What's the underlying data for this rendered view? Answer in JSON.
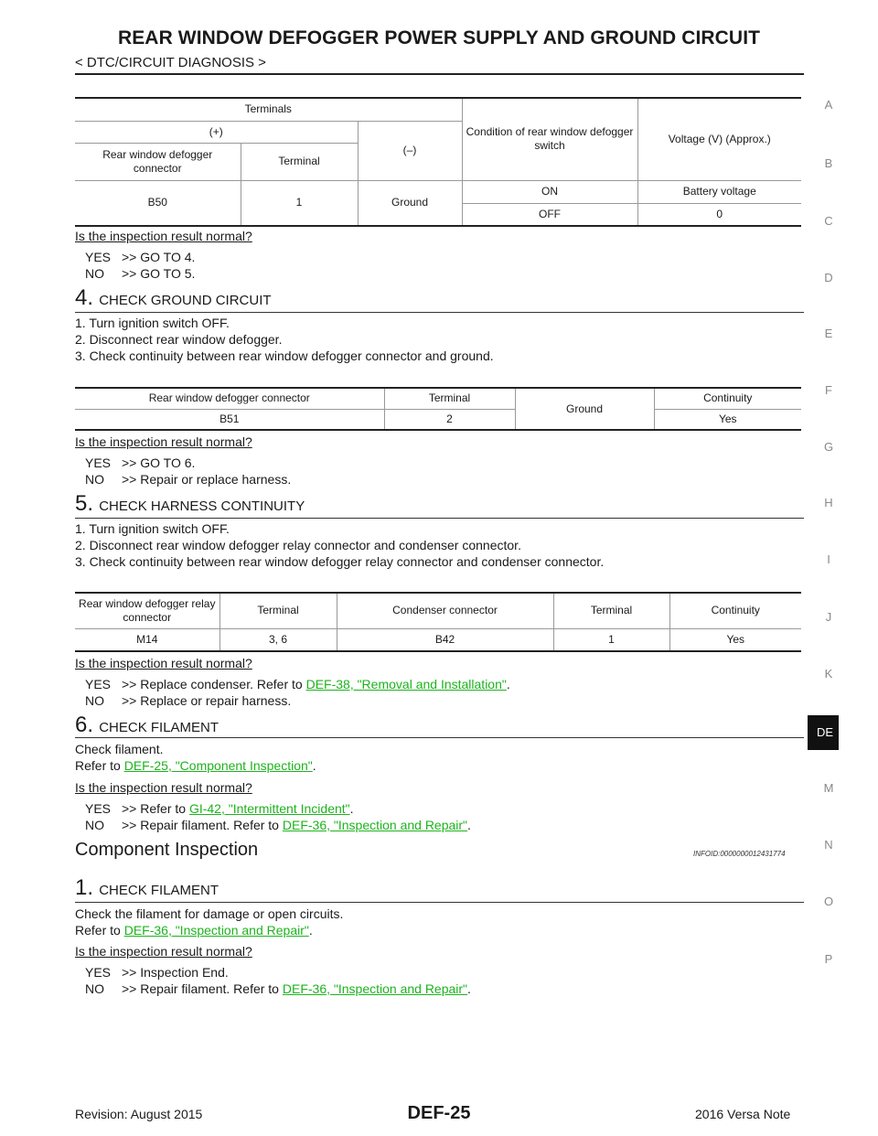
{
  "header": {
    "title": "REAR WINDOW DEFOGGER POWER SUPPLY AND GROUND CIRCUIT",
    "subtitle": "< DTC/CIRCUIT DIAGNOSIS >"
  },
  "side_index": [
    "A",
    "B",
    "C",
    "D",
    "E",
    "F",
    "G",
    "H",
    "I",
    "J",
    "K",
    "DE",
    "M",
    "N",
    "O",
    "P"
  ],
  "table1": {
    "terminals": "Terminals",
    "plus": "(+)",
    "minus": "(–)",
    "connector": "Rear window defogger connector",
    "terminal": "Terminal",
    "condition": "Condition of rear window defogger switch",
    "voltage": "Voltage (V) (Approx.)",
    "row_connector": "B50",
    "row_terminal": "1",
    "row_ground": "Ground",
    "rows": [
      {
        "condition": "ON",
        "value": "Battery voltage"
      },
      {
        "condition": "OFF",
        "value": "0"
      }
    ]
  },
  "step3": {
    "question": "Is the inspection result normal?",
    "yes_key": "YES",
    "yes_text": ">> GO TO 4.",
    "no_key": "NO",
    "no_text": ">> GO TO 5."
  },
  "step4": {
    "num": "4.",
    "title": "CHECK GROUND CIRCUIT",
    "items": [
      "1. Turn ignition switch OFF.",
      "2. Disconnect rear window defogger.",
      "3. Check continuity between rear window defogger connector and ground."
    ],
    "table": {
      "h_connector": "Rear window defogger connector",
      "h_terminal": "Terminal",
      "h_ground": "Ground",
      "h_continuity": "Continuity",
      "connector": "B51",
      "terminal": "2",
      "continuity": "Yes"
    },
    "question": "Is the inspection result normal?",
    "yes_key": "YES",
    "yes_text": ">> GO TO 6.",
    "no_key": "NO",
    "no_text": ">> Repair or replace harness."
  },
  "step5": {
    "num": "5.",
    "title": "CHECK HARNESS CONTINUITY",
    "items": [
      "1. Turn ignition switch OFF.",
      "2. Disconnect rear window defogger relay connector and condenser connector.",
      "3. Check continuity between rear window defogger relay connector and condenser connector."
    ],
    "table": {
      "h_relay": "Rear window defogger relay connector",
      "h_terminal1": "Terminal",
      "h_condenser": "Condenser connector",
      "h_terminal2": "Terminal",
      "h_continuity": "Continuity",
      "relay": "M14",
      "terminal1": "3, 6",
      "condenser": "B42",
      "terminal2": "1",
      "continuity": "Yes"
    },
    "question": "Is the inspection result normal?",
    "yes_key": "YES",
    "yes_pre": ">> Replace condenser. Refer to ",
    "yes_link": "DEF-38, \"Removal and Installation\"",
    "no_key": "NO",
    "no_text": ">> Replace or repair harness."
  },
  "step6": {
    "num": "6.",
    "title": "CHECK FILAMENT",
    "line1": "Check filament.",
    "refer_pre": "Refer to ",
    "refer_link": "DEF-25, \"Component Inspection\"",
    "question": "Is the inspection result normal?",
    "yes_key": "YES",
    "yes_pre": ">> Refer to ",
    "yes_link": "GI-42, \"Intermittent Incident\"",
    "no_key": "NO",
    "no_pre": ">> Repair filament. Refer to ",
    "no_link": "DEF-36, \"Inspection and Repair\""
  },
  "component": {
    "title": "Component Inspection",
    "infoid": "INFOID:0000000012431774",
    "num": "1.",
    "step_title": "CHECK FILAMENT",
    "line1": "Check the filament for damage or open circuits.",
    "refer_pre": "Refer to ",
    "refer_link": "DEF-36, \"Inspection and Repair\"",
    "question": "Is the inspection result normal?",
    "yes_key": "YES",
    "yes_text": ">> Inspection End.",
    "no_key": "NO",
    "no_pre": ">> Repair filament. Refer to ",
    "no_link": "DEF-36, \"Inspection and Repair\""
  },
  "footer": {
    "revision": "Revision: August 2015",
    "code": "DEF-25",
    "model": "2016 Versa Note"
  }
}
